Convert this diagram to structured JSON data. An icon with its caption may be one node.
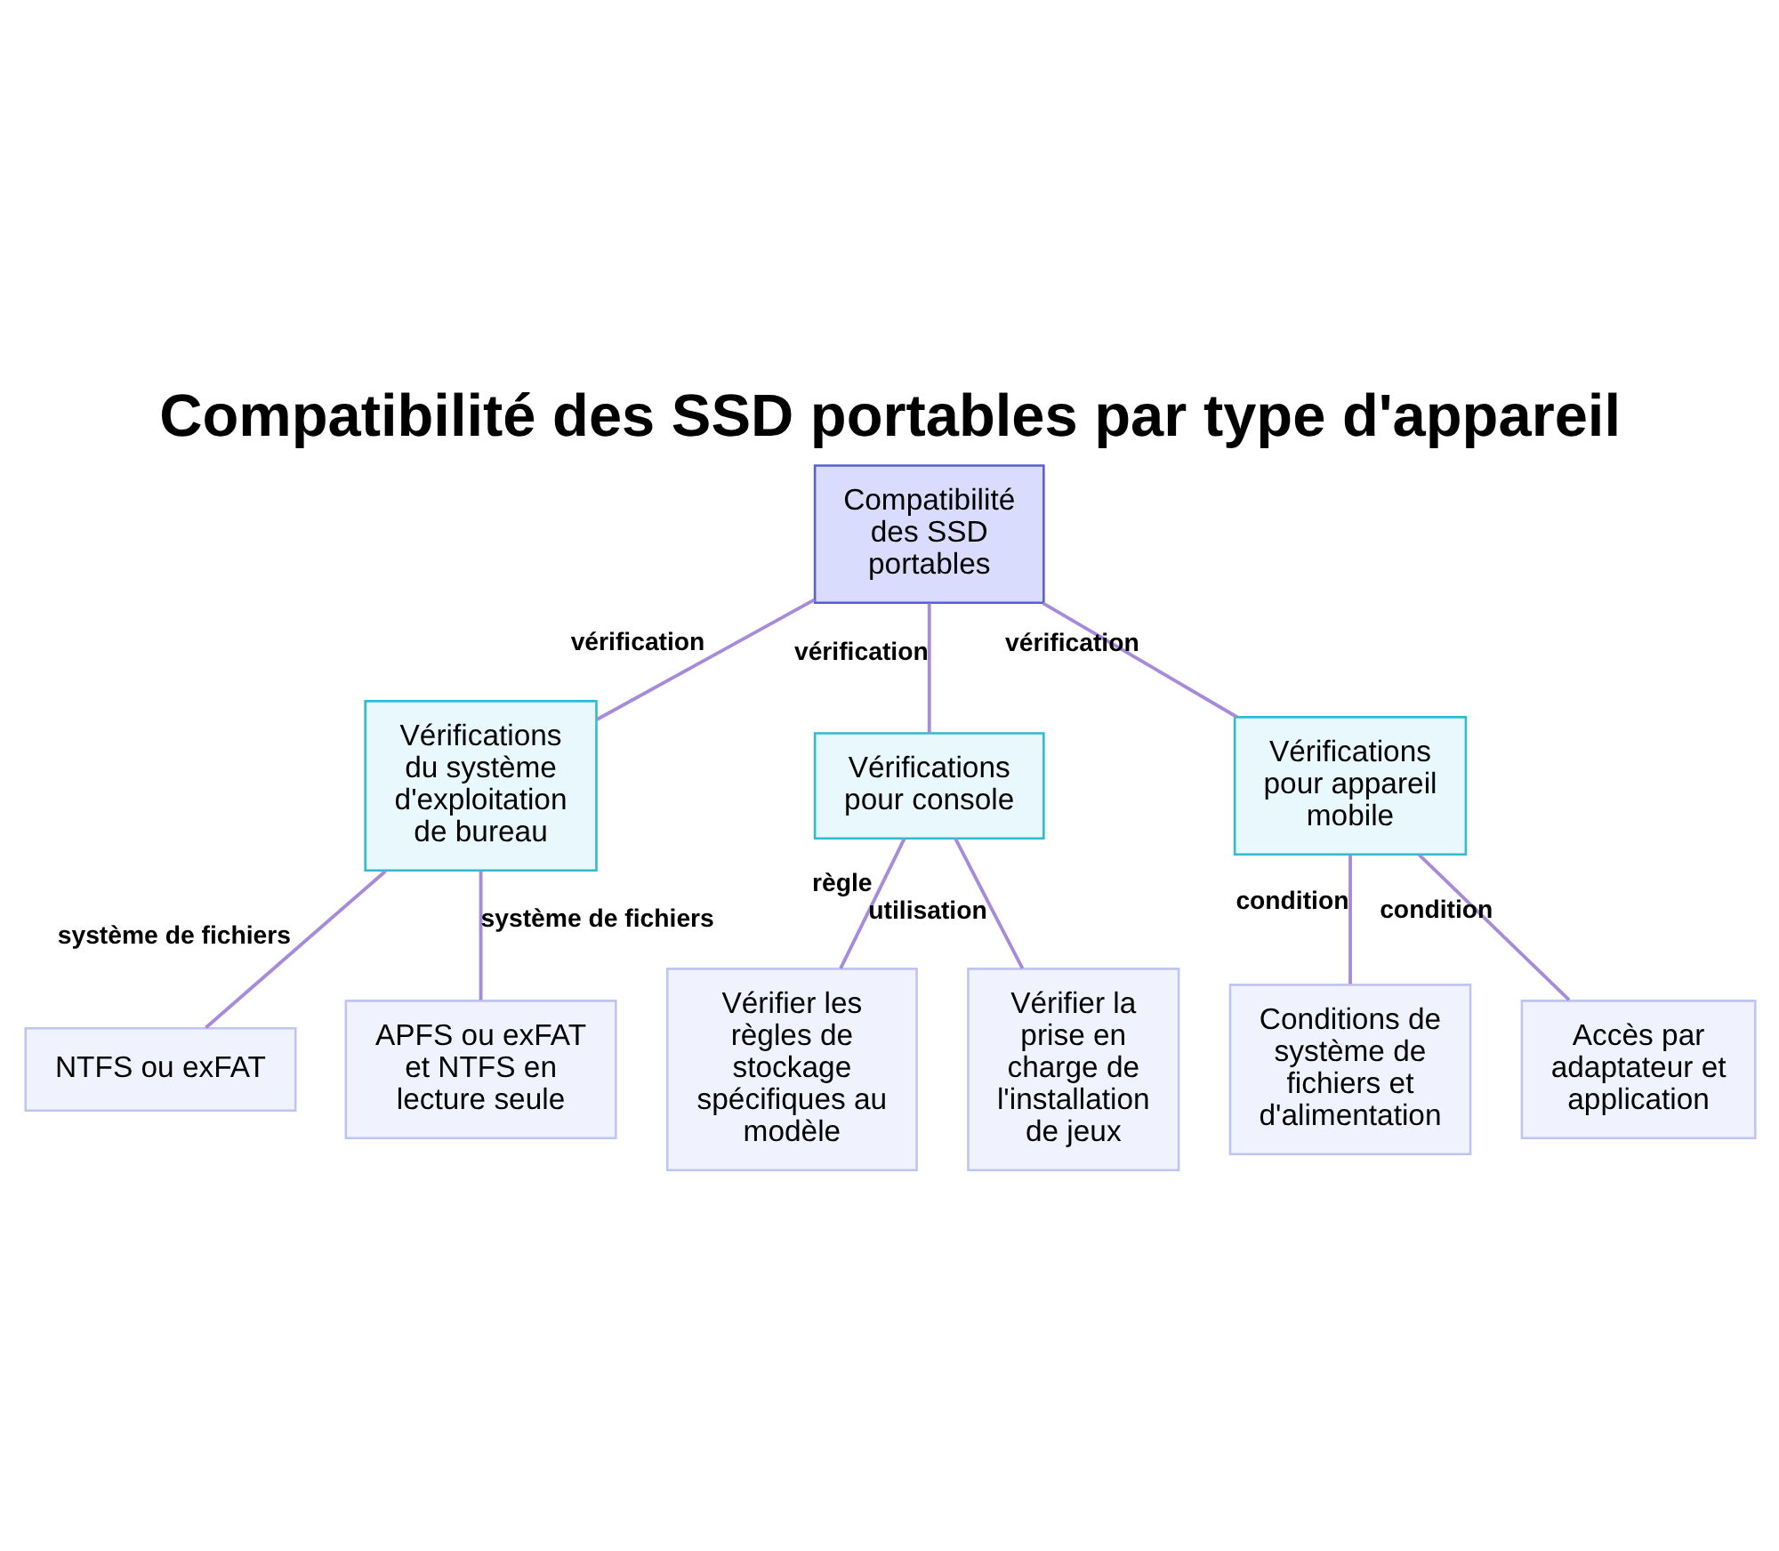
{
  "diagram": {
    "title": "Compatibilité des SSD portables par type d'appareil",
    "nodes": [
      {
        "text": [
          "Compatibilité des SSD portables"
        ]
      },
      {
        "text": [
          "Vérifications du système d'exploitation de bureau"
        ]
      },
      {
        "text": [
          "Vérifications pour console"
        ]
      },
      {
        "text": [
          "Vérifications pour appareil mobile"
        ]
      },
      {
        "text": [
          "NTFS ou exFAT"
        ]
      },
      {
        "text": [
          "APFS ou exFAT et NTFS en lecture seule"
        ]
      },
      {
        "text": [
          "Vérifier les règles de stockage spécifiques au modèle"
        ]
      },
      {
        "text": [
          "Vérifier la prise en charge de l'installation de jeux"
        ]
      },
      {
        "text": [
          "Conditions de système de fichiers et d'alimentation"
        ]
      },
      {
        "text": [
          "Accès par adaptateur et application"
        ]
      }
    ],
    "edges": [
      {
        "from": 0,
        "to": 1,
        "arrow": "none",
        "label": "vérification"
      },
      {
        "from": 0,
        "to": 2,
        "arrow": "none",
        "label": "vérification"
      },
      {
        "from": 0,
        "to": 3,
        "arrow": "none",
        "label": "vérification"
      },
      {
        "from": 1,
        "to": 4,
        "arrow": "none",
        "label": "système de fichiers"
      },
      {
        "from": 1,
        "to": 5,
        "arrow": "none",
        "label": "système de fichiers"
      },
      {
        "from": 2,
        "to": 6,
        "arrow": "none",
        "label": "règle"
      },
      {
        "from": 2,
        "to": 7,
        "arrow": "none",
        "label": "utilisation"
      },
      {
        "from": 3,
        "to": 8,
        "arrow": "none",
        "label": "condition"
      },
      {
        "from": 3,
        "to": 9,
        "arrow": "none",
        "label": "condition"
      }
    ]
  }
}
